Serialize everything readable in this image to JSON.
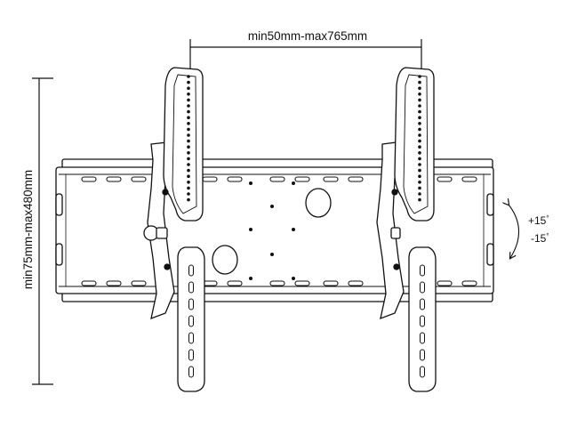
{
  "dimensions": {
    "horizontal_label": "min50mm-max765mm",
    "vertical_label": "min75mm-max480mm"
  },
  "tilt": {
    "up_label": "+15",
    "down_label": "-15",
    "degree_symbol": "°"
  },
  "colors": {
    "line": "#111111",
    "background": "#ffffff"
  }
}
